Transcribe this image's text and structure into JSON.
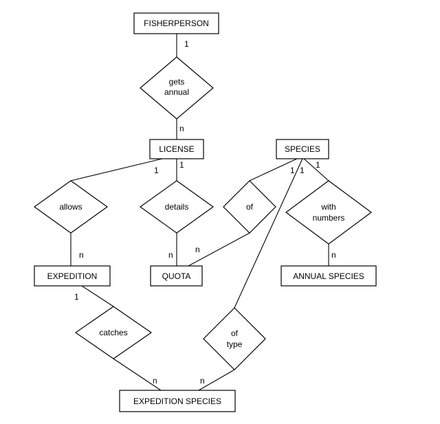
{
  "entities": {
    "fisherperson": "FISHERPERSON",
    "license": "LICENSE",
    "species": "SPECIES",
    "expedition": "EXPEDITION",
    "quota": "QUOTA",
    "annual_species": "ANNUAL SPECIES",
    "expedition_species": "EXPEDITION SPECIES"
  },
  "relationships": {
    "gets_annual": [
      "gets",
      "annual"
    ],
    "allows": [
      "allows"
    ],
    "details": [
      "details"
    ],
    "of": [
      "of"
    ],
    "with_numbers": [
      "with",
      "numbers"
    ],
    "catches": [
      "catches"
    ],
    "of_type": [
      "of",
      "type"
    ]
  },
  "cardinalities": {
    "fisherperson_gets": "1",
    "license_gets": "n",
    "license_allows": "1",
    "license_details": "1",
    "species_of": "1",
    "species_of_type": "1",
    "species_with": "1",
    "expedition_allows": "n",
    "quota_details": "n",
    "quota_of": "n",
    "annual_species_with": "n",
    "expedition_catches": "1",
    "exp_species_catches": "n",
    "exp_species_of_type": "n"
  }
}
